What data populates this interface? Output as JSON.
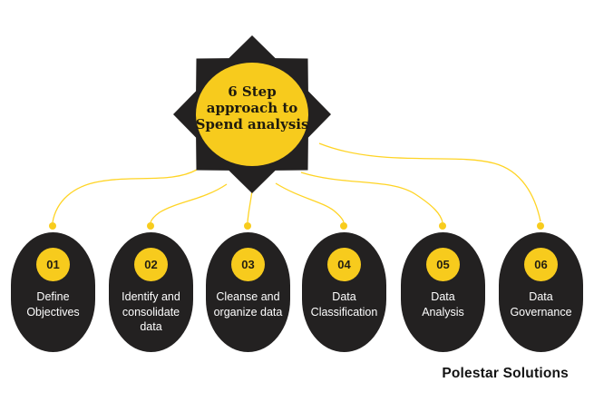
{
  "hub": {
    "title_lines": [
      "6 Step",
      "approach to",
      "Spend analysis"
    ]
  },
  "steps": [
    {
      "number": "01",
      "lines": [
        "Define",
        "Objectives"
      ]
    },
    {
      "number": "02",
      "lines": [
        "Identify and",
        "consolidate",
        "data"
      ]
    },
    {
      "number": "03",
      "lines": [
        "Cleanse and",
        "organize data"
      ]
    },
    {
      "number": "04",
      "lines": [
        "Data",
        "Classification"
      ]
    },
    {
      "number": "05",
      "lines": [
        "Data",
        "Analysis"
      ]
    },
    {
      "number": "06",
      "lines": [
        "Data",
        "Governance"
      ]
    }
  ],
  "brand": "Polestar Solutions",
  "colors": {
    "yellow": "#F7CB1D",
    "connector_yellow": "#FFD425",
    "dark": "#232121",
    "card_text": "#FFFFFF",
    "title_text": "#1F1B0E",
    "background": "#FFFFFF"
  }
}
